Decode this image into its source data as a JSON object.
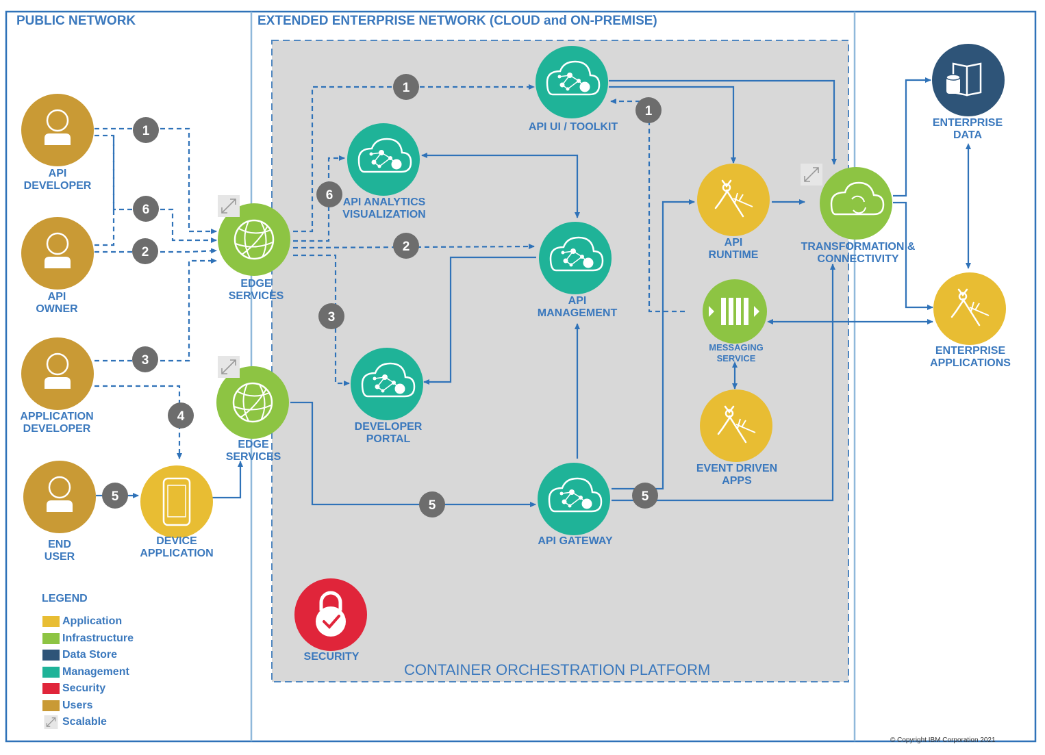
{
  "zones": {
    "public": "PUBLIC NETWORK",
    "extended": "EXTENDED ENTERPRISE NETWORK (CLOUD and ON-PREMISE)",
    "platform": "CONTAINER ORCHESTRATION PLATFORM"
  },
  "nodes": {
    "api_developer": "API\nDEVELOPER",
    "api_owner": "API\nOWNER",
    "application_developer": "APPLICATION\nDEVELOPER",
    "end_user": "END\nUSER",
    "device_application": "DEVICE\nAPPLICATION",
    "edge_services_top": "EDGE\nSERVICES",
    "edge_services_bottom": "EDGE\nSERVICES",
    "api_ui_toolkit": "API UI / TOOLKIT",
    "api_analytics": "API ANALYTICS\nVISUALIZATION",
    "api_management": "API\nMANAGEMENT",
    "developer_portal": "DEVELOPER\nPORTAL",
    "api_gateway": "API GATEWAY",
    "api_runtime": "API\nRUNTIME",
    "messaging_service": "MESSAGING\nSERVICE",
    "event_driven_apps": "EVENT DRIVEN\nAPPS",
    "transformation": "TRANSFORMATION &\nCONNECTIVITY",
    "enterprise_data": "ENTERPRISE\nDATA",
    "enterprise_applications": "ENTERPRISE\nAPPLICATIONS",
    "security": "SECURITY"
  },
  "step_badges": {
    "dev_1": "1",
    "dev_6": "6",
    "owner_2": "2",
    "appdev_3": "3",
    "appdev_4": "4",
    "enduser_5": "5",
    "ui_1": "1",
    "analytics_6": "6",
    "mgmt_2": "2",
    "portal_3": "3",
    "gateway_5": "5",
    "runtime_5": "5",
    "toolkit_1": "1"
  },
  "legend": {
    "title": "LEGEND",
    "items": [
      {
        "label": "Application",
        "color": "#e8bd33"
      },
      {
        "label": "Infrastructure",
        "color": "#8dc443"
      },
      {
        "label": "Data Store",
        "color": "#2e5478"
      },
      {
        "label": "Management",
        "color": "#1fb398"
      },
      {
        "label": "Security",
        "color": "#e0253a"
      },
      {
        "label": "Users",
        "color": "#c99a35"
      },
      {
        "label": "Scalable",
        "color": "#dddddd"
      }
    ]
  },
  "copyright": "© Copyright IBM Corporation 2021",
  "colors": {
    "line": "#2f72b8",
    "badge": "#6d6d6d",
    "users": "#c99a35",
    "application": "#e8bd33",
    "infrastructure": "#8dc443",
    "management": "#1fb398",
    "datastore": "#2e5478",
    "security": "#e0253a",
    "platform_bg": "#d8d8d8"
  }
}
